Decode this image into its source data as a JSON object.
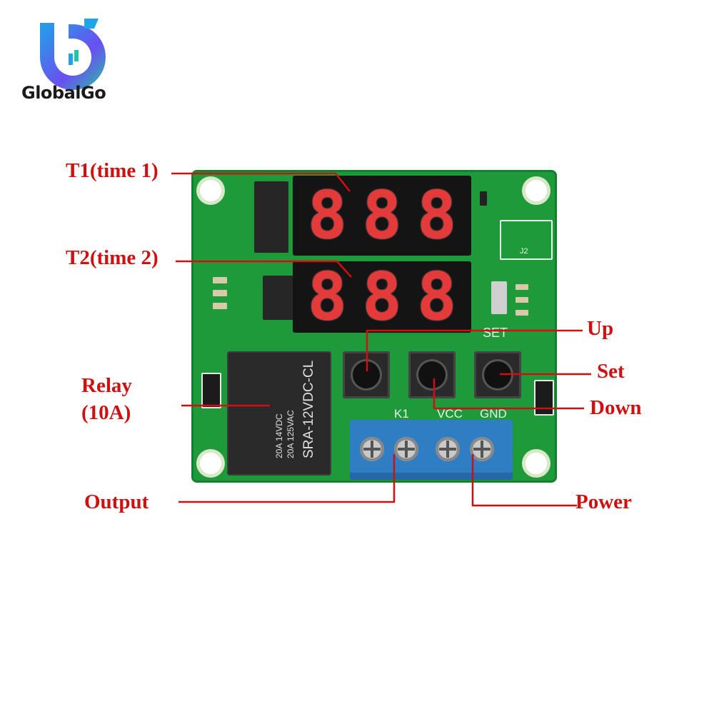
{
  "logo": {
    "text": "GlobalGo",
    "icon": "globalgo-logo-icon",
    "colors": [
      "#1fa4e8",
      "#6a4ff0",
      "#22c4a4"
    ]
  },
  "labels": {
    "t1": "T1(time 1)",
    "t2": "T2(time 2)",
    "relay_line1": "Relay",
    "relay_line2": "(10A)",
    "up": "Up",
    "set": "Set",
    "down": "Down",
    "output": "Output",
    "power": "Power"
  },
  "board": {
    "display_top": [
      "8",
      "8",
      "8"
    ],
    "display_bottom": [
      "8",
      "8",
      "8"
    ],
    "relay_model": "SRA-12VDC-CL",
    "relay_rating_1": "20A 14VDC",
    "relay_rating_2": "20A 125VAC",
    "silk_set": "SET",
    "silk_k1": "K1",
    "silk_vcc": "VCC",
    "silk_gnd": "GND",
    "silk_j2": "J2"
  },
  "colors": {
    "pcb": "#1f9a3a",
    "label": "#d01010",
    "segment": "#e43a3a",
    "terminal": "#2f7ec4"
  }
}
